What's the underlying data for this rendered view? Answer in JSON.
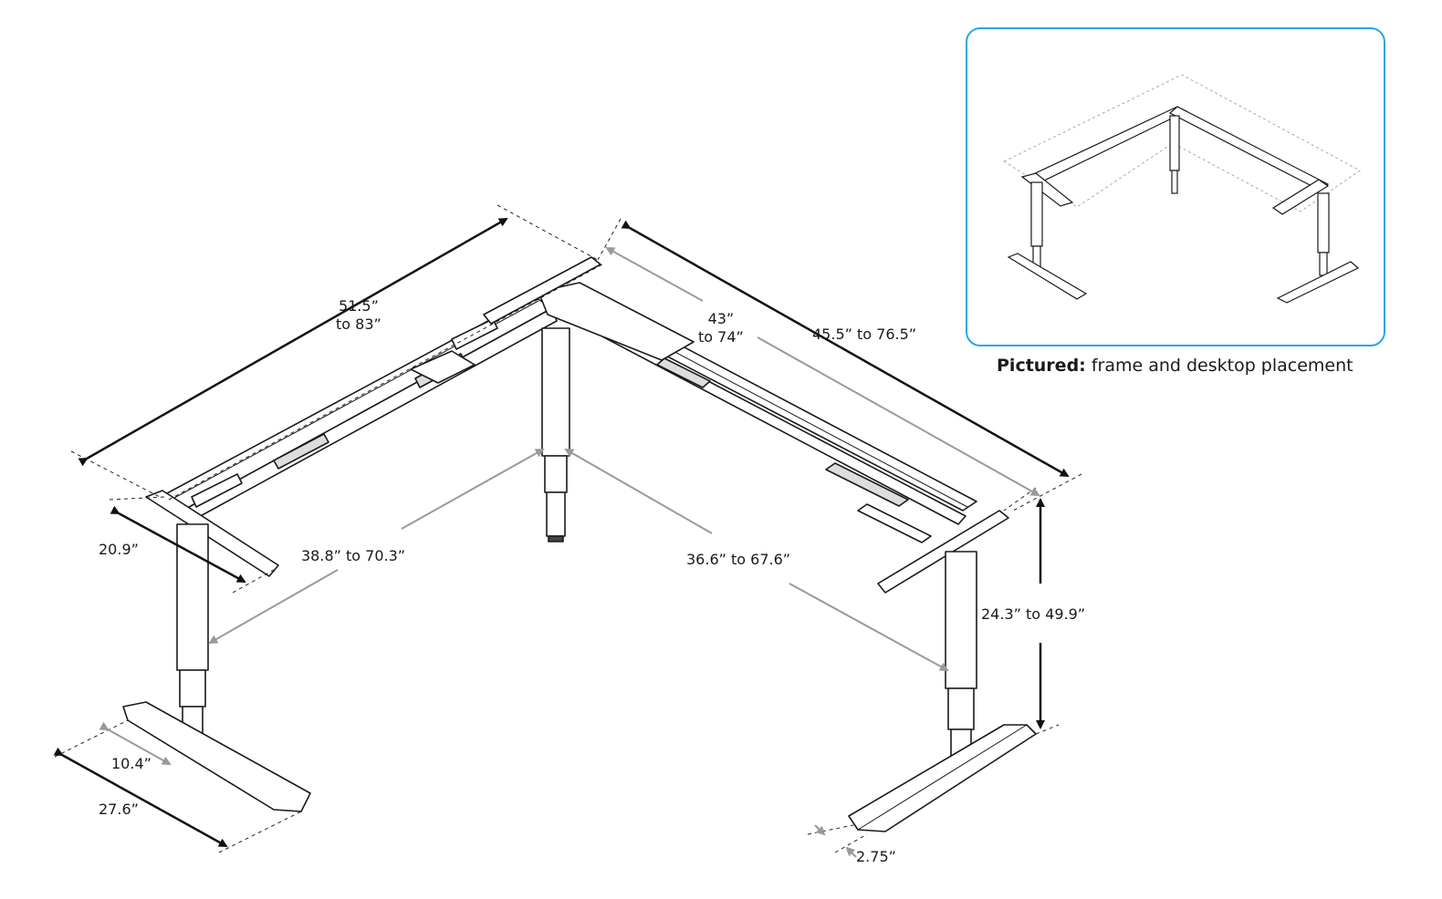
{
  "dimensions": {
    "left_wing_length_line1": "51.5”",
    "left_wing_length_line2": "to 83”",
    "inner_wing_length_line1": "43”",
    "inner_wing_length_line2": "to 74”",
    "right_wing_length": "45.5” to 76.5”",
    "left_depth": "20.9”",
    "left_span": "38.8” to 70.3”",
    "right_span": "36.6” to 67.6”",
    "height_range": "24.3” to 49.9”",
    "foot_offset": "10.4”",
    "foot_length": "27.6”",
    "foot_edge": "2.75”"
  },
  "inset": {
    "accent_color": "#29a8e0",
    "caption_bold": "Pictured:",
    "caption_rest": "frame and desktop placement"
  }
}
